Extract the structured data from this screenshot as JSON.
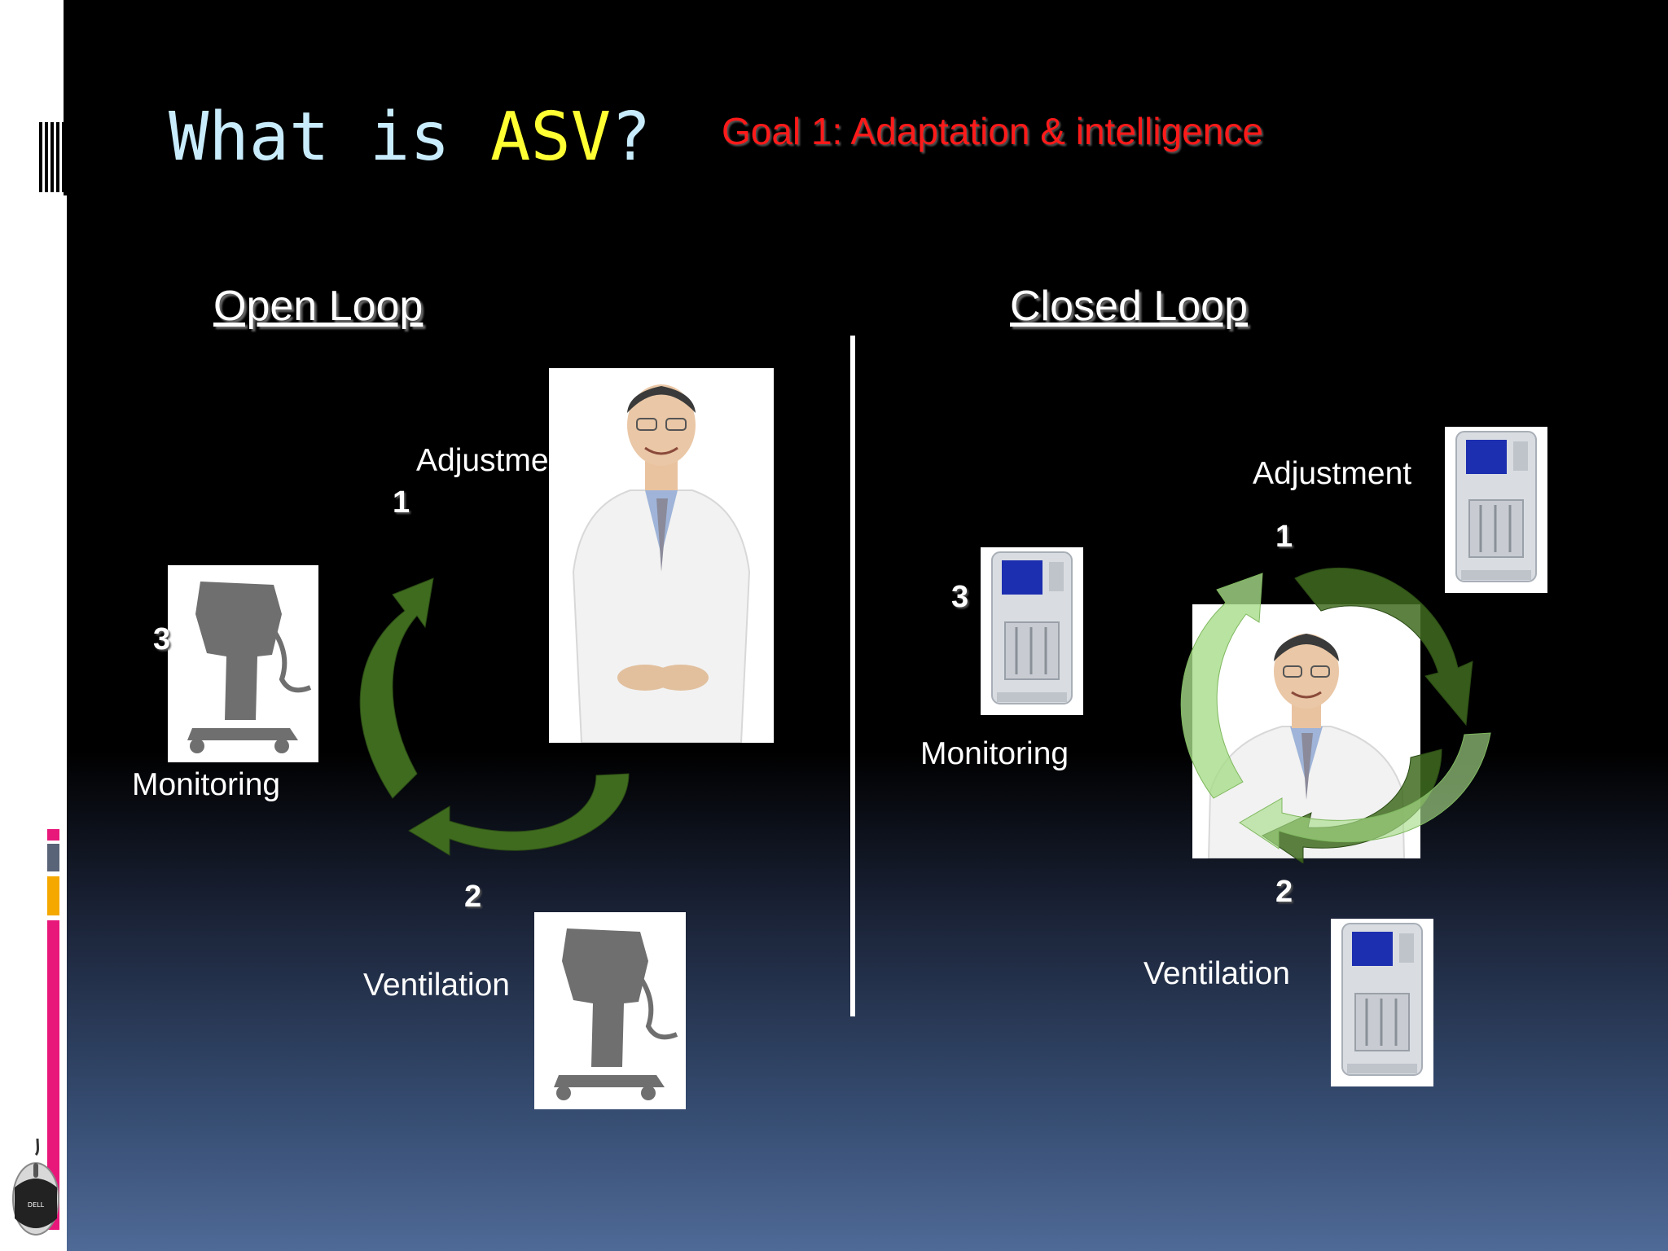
{
  "title": {
    "prefix": "What is ",
    "accent": "ASV",
    "suffix": "?"
  },
  "goal": "Goal 1: Adaptation & intelligence",
  "open_loop": {
    "heading": "Open Loop",
    "adjustment": "Adjustme",
    "ventilation": "Ventilation",
    "monitoring": "Monitoring",
    "num1": "1",
    "num2": "2",
    "num3": "3"
  },
  "closed_loop": {
    "heading": "Closed Loop",
    "adjustment": "Adjustment",
    "ventilation": "Ventilation",
    "monitoring": "Monitoring",
    "num1": "1",
    "num2": "2",
    "num3": "3"
  },
  "colors": {
    "title": "#c8ecfb",
    "accent": "#ffff33",
    "goal": "#ff1a1a",
    "arrow_dark": "#3f6b1f",
    "arrow_light": "#a8dc88",
    "bar_pink": "#e8177a",
    "bar_orange": "#f5a800",
    "bar_gray": "#5a6478"
  },
  "icons": [
    "doctor-photo",
    "ventilator-silhouette-icon",
    "ventilator-device-icon",
    "cycle-arrow-icon",
    "mouse-icon"
  ]
}
